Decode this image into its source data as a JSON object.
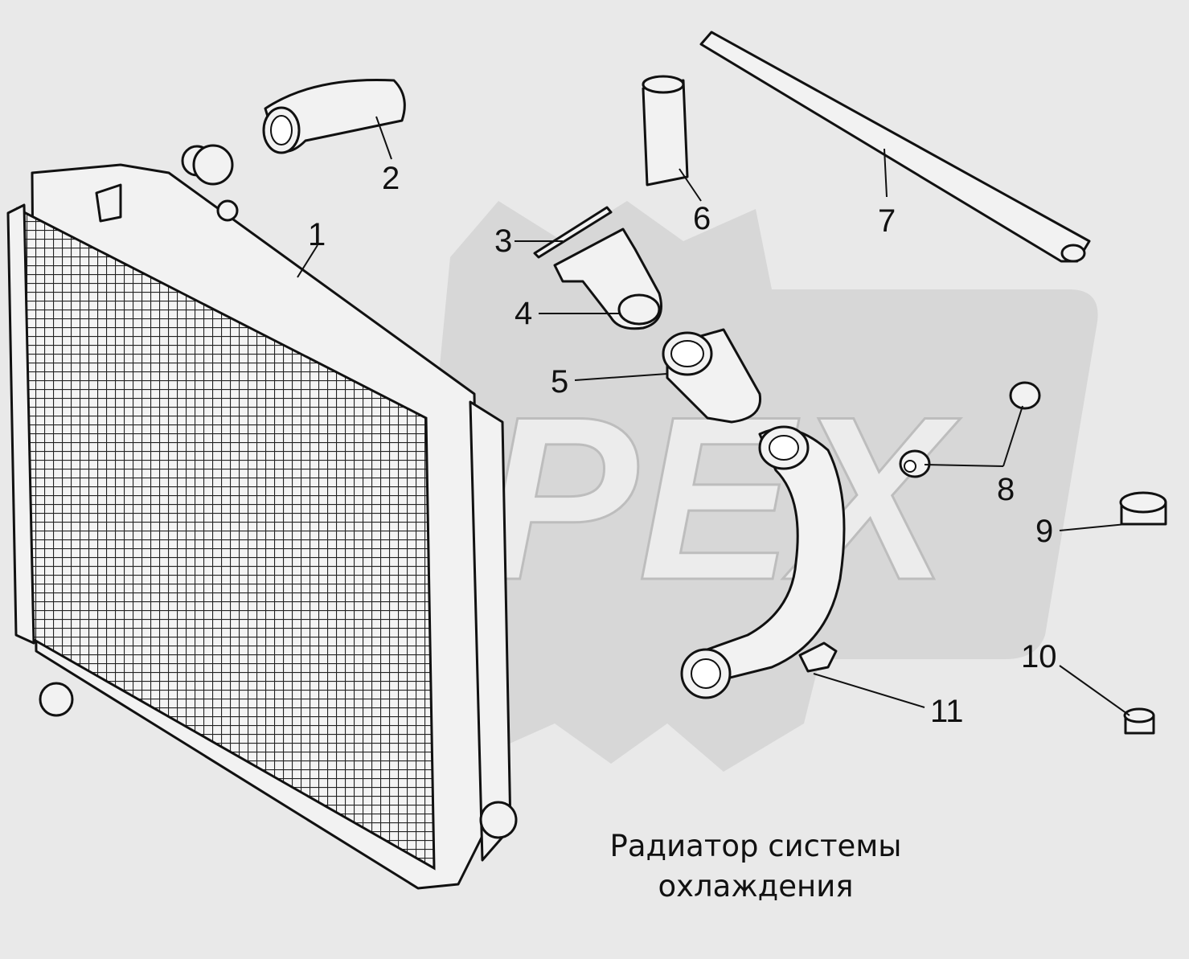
{
  "caption": {
    "line1": "Радиатор  системы",
    "line2": "охлаждения"
  },
  "watermark": {
    "text": "PEX",
    "color": "#cfcfcf"
  },
  "callouts": [
    {
      "id": "1",
      "label": "1"
    },
    {
      "id": "2",
      "label": "2"
    },
    {
      "id": "3",
      "label": "3"
    },
    {
      "id": "4",
      "label": "4"
    },
    {
      "id": "5",
      "label": "5"
    },
    {
      "id": "6",
      "label": "6"
    },
    {
      "id": "7",
      "label": "7"
    },
    {
      "id": "8",
      "label": "8"
    },
    {
      "id": "9",
      "label": "9"
    },
    {
      "id": "10",
      "label": "10"
    },
    {
      "id": "11",
      "label": "11"
    }
  ]
}
